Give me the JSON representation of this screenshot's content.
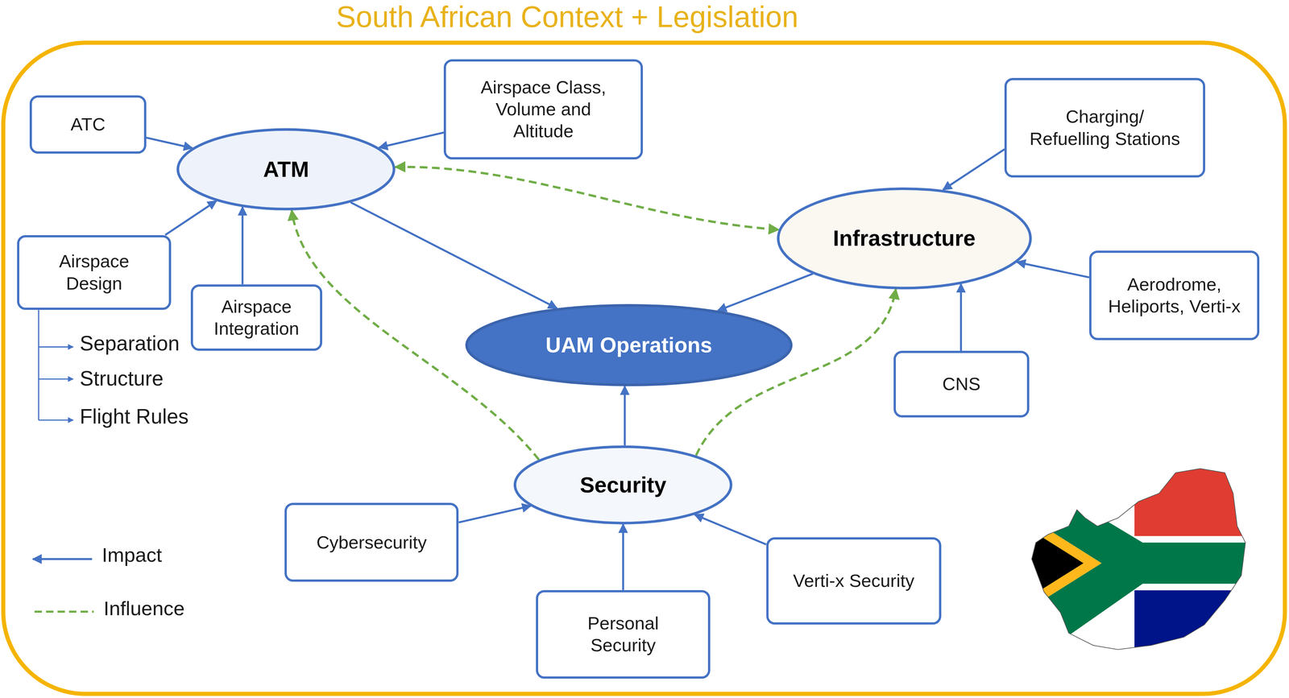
{
  "diagram": {
    "title": "South African Context + Legislation",
    "nodes": [
      {
        "text": [
          "ATC"
        ]
      },
      {
        "text": [
          "ATM"
        ]
      },
      {
        "text": [
          "Airspace Class, Volume and Altitude"
        ]
      },
      {
        "text": [
          "Charging/ Refuelling Stations"
        ]
      },
      {
        "text": [
          "Airspace Design"
        ]
      },
      {
        "text": [
          "Airspace Integration"
        ]
      },
      {
        "text": [
          "Infrastructure"
        ]
      },
      {
        "text": [
          "Aerodrome, Heliports, Verti-x"
        ]
      },
      {
        "text": [
          "UAM Operations"
        ]
      },
      {
        "text": [
          "CNS"
        ]
      },
      {
        "text": [
          "Security"
        ]
      },
      {
        "text": [
          "Cybersecurity"
        ]
      },
      {
        "text": [
          "Verti-x Security"
        ]
      },
      {
        "text": [
          "Personal Security"
        ]
      }
    ],
    "edges": [
      {
        "from": 0,
        "to": 1,
        "arrow": "to"
      },
      {
        "from": 2,
        "to": 1,
        "arrow": "to"
      },
      {
        "from": 4,
        "to": 1,
        "arrow": "to"
      },
      {
        "from": 5,
        "to": 1,
        "arrow": "to"
      },
      {
        "from": 1,
        "to": 8,
        "arrow": "to"
      },
      {
        "from": 3,
        "to": 6,
        "arrow": "to"
      },
      {
        "from": 7,
        "to": 6,
        "arrow": "to"
      },
      {
        "from": 9,
        "to": 6,
        "arrow": "to"
      },
      {
        "from": 6,
        "to": 8,
        "arrow": "to"
      },
      {
        "from": 10,
        "to": 8,
        "arrow": "to"
      },
      {
        "from": 11,
        "to": 10,
        "arrow": "to"
      },
      {
        "from": 13,
        "to": 10,
        "arrow": "to"
      },
      {
        "from": 12,
        "to": 10,
        "arrow": "to"
      },
      {
        "from": 1,
        "to": 6,
        "arrow": "both"
      },
      {
        "from": 10,
        "to": 1,
        "arrow": "to"
      },
      {
        "from": 10,
        "to": 6,
        "arrow": "to"
      }
    ],
    "labels": [
      "Separation",
      "Structure",
      "Flight Rules"
    ],
    "legend": [
      {
        "text": "Impact"
      },
      {
        "text": "Influence"
      }
    ]
  }
}
